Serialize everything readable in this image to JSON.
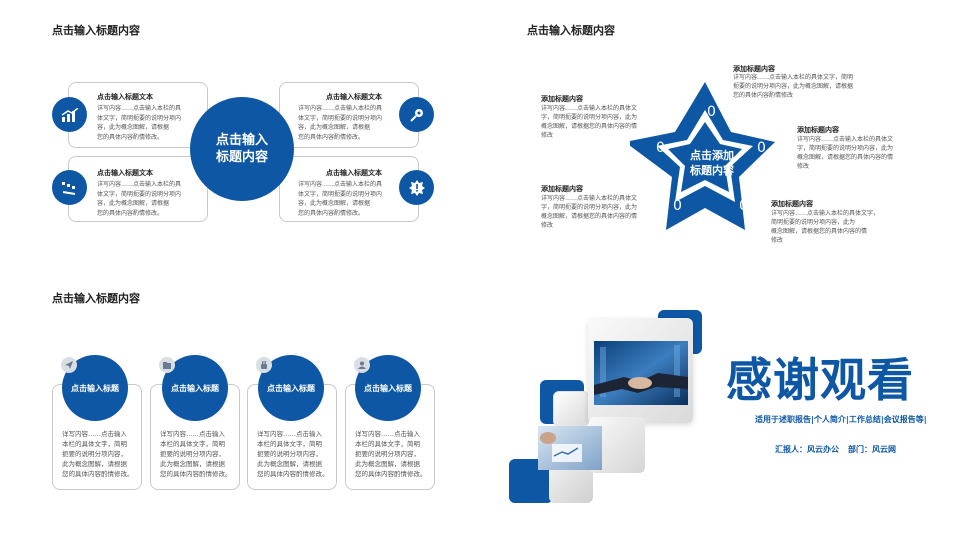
{
  "q1": {
    "title": "点击输入标题内容",
    "center": [
      "点击输入",
      "标题内容"
    ],
    "items": [
      {
        "title": "点击输入标题文本",
        "body": [
          "详写内容……点击输入本栏的具",
          "体文字，简明扼要的说明分项内",
          "容，此为概念图解，请根据",
          "您的具体内容酌情修改。"
        ]
      },
      {
        "title": "点击输入标题文本",
        "body": [
          "详写内容……点击输入本栏的具",
          "体文字，简明扼要的说明分项内",
          "容，此为概念图解，请根据",
          "您的具体内容酌情修改。"
        ]
      },
      {
        "title": "点击输入标题文本",
        "body": [
          "详写内容……点击输入本栏的具",
          "体文字，简明扼要的说明分项内",
          "容，此为概念图解，请根据",
          "您的具体内容酌情修改。"
        ]
      },
      {
        "title": "点击输入标题文本",
        "body": [
          "详写内容……点击输入本栏的具",
          "体文字，简明扼要的说明分项内",
          "容，此为概念图解，请根据",
          "您的具体内容酌情修改。"
        ]
      }
    ],
    "icons": [
      "bar-chart-icon",
      "gear-icon",
      "key-icon",
      "gear-badge-icon"
    ]
  },
  "q2": {
    "title": "点击输入标题内容",
    "center": [
      "点击添加",
      "标题内容"
    ],
    "zero": "0",
    "items": [
      {
        "title": "添加标题内容",
        "body": [
          "详写内容……点击输入本栏的具体文字，简明",
          "扼要的说明分项内容，此为概念图解，请根据",
          "您的具体内容酌情修改"
        ]
      },
      {
        "title": "添加标题内容",
        "body": [
          "详写内容……点击输入本栏的具体文",
          "字，简明扼要的说明分项内容，此为",
          "概念图解，请根据您的具体内容的情",
          "修改"
        ]
      },
      {
        "title": "添加标题内容",
        "body": [
          "详写内容……点击输入本栏的具体文",
          "字，简明扼要的说明分项内容，此为",
          "概念图解，请根据您的具体内容的情",
          "修改"
        ]
      },
      {
        "title": "添加标题内容",
        "body": [
          "详写内容……点击输入本栏的具体文",
          "字，简明扼要的说明分项内容，此为",
          "概念图解，请根据您的具体内容的情",
          "修改"
        ]
      },
      {
        "title": "添加标题内容",
        "body": [
          "详写内容……点击输入本栏的具体文字，",
          "简明扼要的说明分项内容，此为",
          "概念图解，请根据您的具体内容的情",
          "修改"
        ]
      }
    ]
  },
  "q3": {
    "title": "点击输入标题内容",
    "cards": [
      {
        "label": "点击输入标题",
        "body": [
          "详写内容……点击输入",
          "本栏的具体文字，简明",
          "扼要的说明分项内容，",
          "此为概念图解，请根据",
          "您的具体内容酌情修改。"
        ]
      },
      {
        "label": "点击输入标题",
        "body": [
          "详写内容……点击输入",
          "本栏的具体文字，简明",
          "扼要的说明分项内容，",
          "此为概念图解，请根据",
          "您的具体内容酌情修改。"
        ]
      },
      {
        "label": "点击输入标题",
        "body": [
          "详写内容……点击输入",
          "本栏的具体文字，简明",
          "扼要的说明分项内容，",
          "此为概念图解，请根据",
          "您的具体内容酌情修改。"
        ]
      },
      {
        "label": "点击输入标题",
        "body": [
          "详写内容……点击输入",
          "本栏的具体文字，简明",
          "扼要的说明分项内容，",
          "此为概念图解，请根据",
          "您的具体内容酌情修改。"
        ]
      }
    ],
    "badge_icons": [
      "send-icon",
      "folder-icon",
      "hand-icon",
      "user-icon"
    ]
  },
  "q4": {
    "thanks": "感谢观看",
    "subtitle": "适用于述职报告|个人简介|工作总结|会议报告等|",
    "reporter": "汇报人：风云办公",
    "department": "部门：风云网"
  },
  "colors": {
    "accent": "#0d57a4",
    "border": "#c9c9c9",
    "text": "#333333"
  }
}
